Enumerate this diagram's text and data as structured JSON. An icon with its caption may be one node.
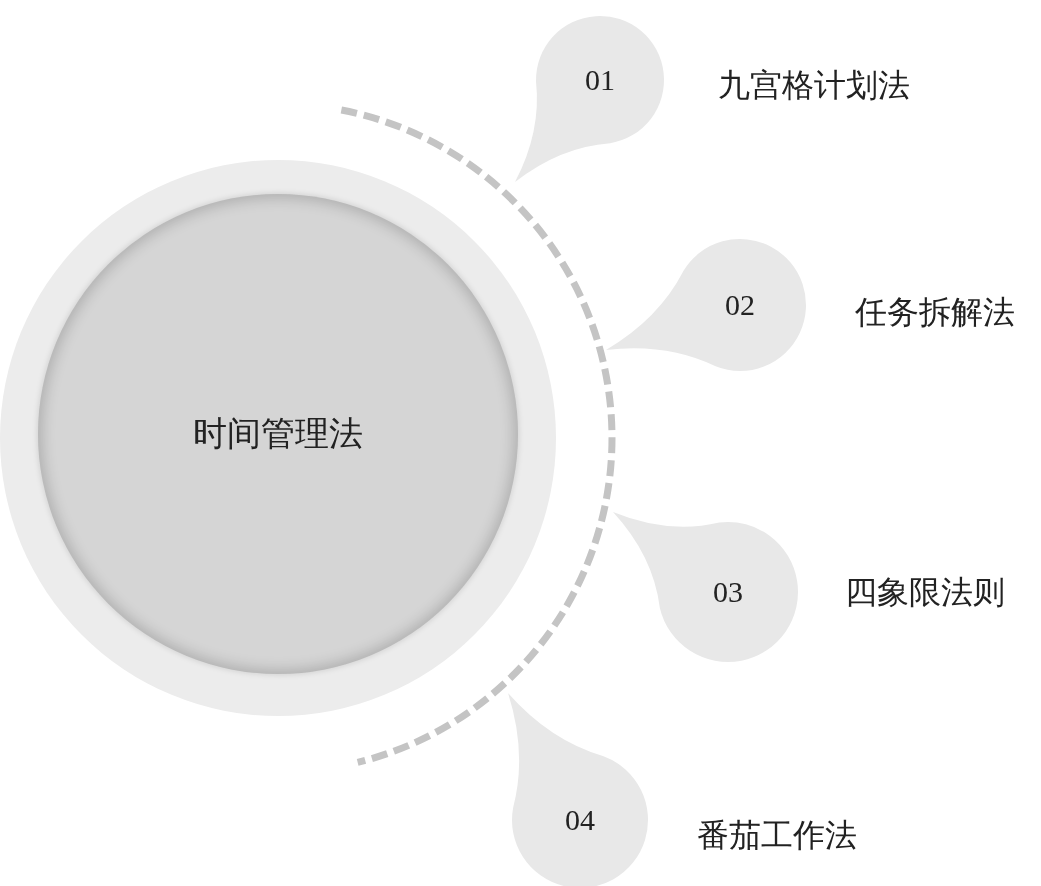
{
  "diagram": {
    "nodes": [
      {
        "text": [
          "时间管理法"
        ]
      },
      {
        "text": [
          "01"
        ],
        "beside": [
          "九宫格计划法"
        ]
      },
      {
        "text": [
          "02"
        ],
        "beside": [
          "任务拆解法"
        ]
      },
      {
        "text": [
          "03"
        ],
        "beside": [
          "四象限法则"
        ]
      },
      {
        "text": [
          "04"
        ],
        "beside": [
          "番茄工作法"
        ]
      }
    ]
  }
}
